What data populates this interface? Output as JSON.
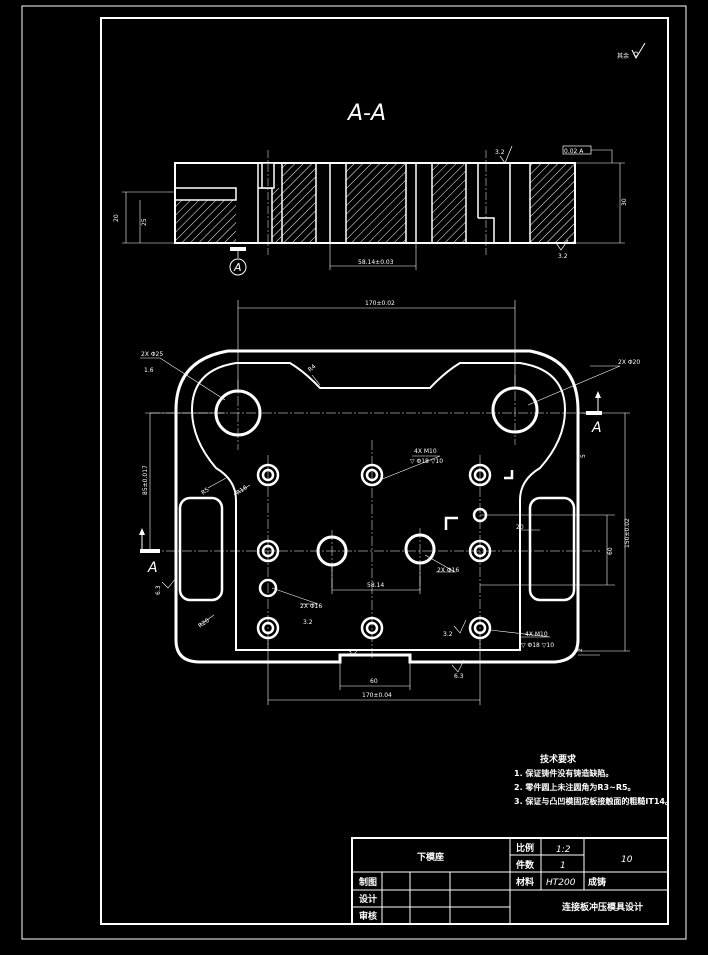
{
  "drawing": {
    "roughness_note": "其余",
    "section_label": "A-A",
    "view_label": "A",
    "dims": {
      "cs_tolerance": "0.02 A",
      "cs_height": "30",
      "cs_depth_left": "20",
      "cs_depth_inner": "25",
      "cs_roughness_top": "3.2",
      "cs_roughness_bottom": "3.2",
      "cs_center": "58.14±0.03",
      "pv_top_width": "170±0.02",
      "pv_bottom_width": "170±0.04",
      "pv_bottom_60": "60",
      "pv_center_58": "58.14",
      "pv_left_height": "85±0.017",
      "pv_right_height": "150±0.02",
      "pv_right_60": "60",
      "pv_right_20": "20",
      "hole_2x25": "2X Φ25",
      "hole_2x20": "2X Φ20",
      "hole_4x_top": "4X M10",
      "hole_4x_top_sub": "▽ Φ18 ▽10",
      "hole_4x_bottom": "4X M10",
      "hole_4x_bottom_sub": "▽ Φ18 ▽10",
      "hole_2x16": "2X Φ16",
      "hole_2x16_b": "2X Φ16",
      "r_left": "R5",
      "r_left2": "R16",
      "r_bottom": "R20",
      "r_top": "R4",
      "r_right_5": "5",
      "r_6_3": "6.3",
      "r_1_6": "1.6",
      "r_3_2a": "3.2",
      "r_3_2b": "3.2",
      "r_6_3b": "6.3",
      "r_2": "2"
    }
  },
  "tech": {
    "title": "技术要求",
    "items": [
      "1. 保证铸件没有铸造缺陷。",
      "2. 零件圆上未注圆角为R3~R5。",
      "3. 保证与凸凹模固定板接触面的粗糙IT14。"
    ]
  },
  "title_block": {
    "part_name": "下模座",
    "scale_label": "比例",
    "scale_value": "1:2",
    "qty_label": "件数",
    "qty_value": "1",
    "code": "10",
    "material_label": "材料",
    "material_value": "HT200",
    "process": "成铸",
    "row_draw": "制图",
    "row_design": "设计",
    "row_review": "审核",
    "project": "连接板冲压模具设计"
  }
}
